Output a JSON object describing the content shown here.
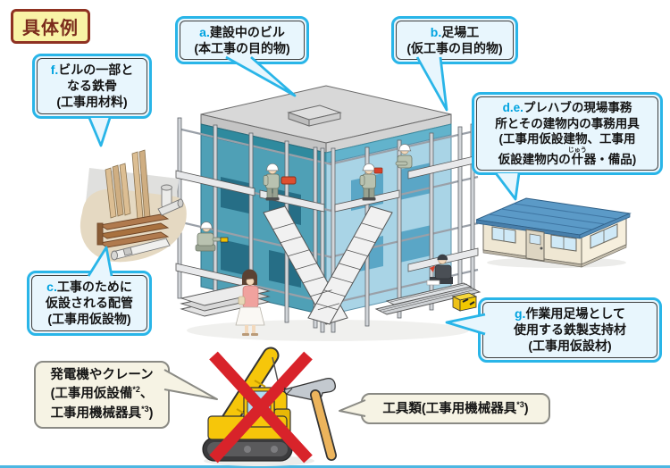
{
  "badge": {
    "label": "具体例"
  },
  "callouts": {
    "a": {
      "letter": "a.",
      "line1": "建設中のビル",
      "line2": "(本工事の目的物)"
    },
    "b": {
      "letter": "b.",
      "line1": "足場工",
      "line2": "(仮工事の目的物)"
    },
    "f": {
      "letter": "f.",
      "line1": "ビルの一部と",
      "line2": "なる鉄骨",
      "line3": "(工事用材料)"
    },
    "de": {
      "letter": "d.e.",
      "line1": "プレハブの現場事務",
      "line2": "所とその建物内の事務用具",
      "line3": "(工事用仮設建物、工事用",
      "line4_pre": "仮設建物内の",
      "line4_ruby_base": "什",
      "line4_ruby_text": "じゅう",
      "line4_post": "器・備品)"
    },
    "c": {
      "letter": "c.",
      "line1": "工事のために",
      "line2": "仮設される配管",
      "line3": "(工事用仮設物)"
    },
    "g": {
      "letter": "g.",
      "line1": "作業用足場として",
      "line2": "使用する鉄製支持材",
      "line3": "(工事用仮設材)"
    },
    "generator": {
      "line1": "発電機やクレーン",
      "line2_pre": "(工事用仮設備",
      "line2_sup": "*2",
      "line2_post": "、",
      "line3_pre": "工事用機械器具",
      "line3_sup": "*3",
      "line3_post": ")"
    },
    "tools": {
      "line_pre": "工具類(工事用機械器具",
      "line_sup": "*3",
      "line_post": ")"
    }
  },
  "colors": {
    "callout_border": "#29b5e8",
    "callout_fill": "#e8f6fd",
    "letter_accent": "#00a3e0",
    "badge_bg": "#f9f3a6",
    "badge_border": "#8f3222",
    "badge_text": "#7b2c1c",
    "prohibition_red": "#d8232a",
    "building_teal": "#4fa0b6",
    "crane_yellow": "#f6c60a",
    "prefab_roof_blue": "#5b9ac7"
  }
}
